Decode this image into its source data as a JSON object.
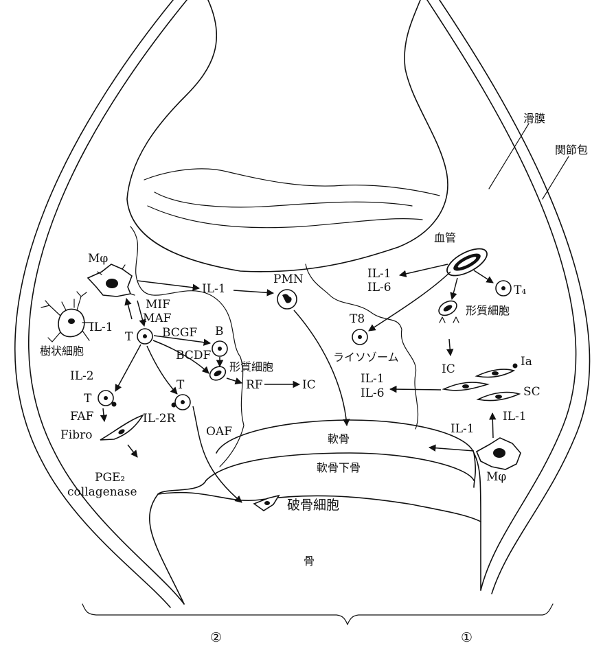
{
  "labels": {
    "synovium": "滑膜",
    "joint_capsule": "関節包",
    "blood_vessel": "血管",
    "macrophage_left": "Mφ",
    "macrophage_right": "Mφ",
    "il1_left": "IL-1",
    "pmn": "PMN",
    "il1_vessel": "IL-1",
    "il6_vessel": "IL-6",
    "t4": "T₄",
    "t8": "T8",
    "plasma_cell_right": "形質細胞",
    "lysosome": "ライソゾーム",
    "ic_right": "IC",
    "ia": "Ia",
    "sc": "SC",
    "il1_sc": "IL-1",
    "il6_sc": "IL-6",
    "il1_to_cartilage": "IL-1",
    "il1_up": "IL-1",
    "mif": "MIF",
    "maf": "MAF",
    "il1_dendritic": "IL-1",
    "dendritic_cell": "樹状細胞",
    "t_center": "T",
    "bcgf": "BCGF",
    "b": "B",
    "bcdf": "BCDF",
    "plasma_cell_left": "形質細胞",
    "il2": "IL-2",
    "t_left": "T",
    "t_lower": "T",
    "rf": "RF",
    "ic_left": "IC",
    "faf": "FAF",
    "il2r": "IL-2R",
    "oaf": "OAF",
    "fibro": "Fibro",
    "pge2": "PGE₂",
    "collagenase": "collagenase",
    "cartilage": "軟骨",
    "subchondral_bone": "軟骨下骨",
    "osteoclast": "破骨細胞",
    "bone": "骨",
    "region_2": "②",
    "region_1": "①"
  }
}
